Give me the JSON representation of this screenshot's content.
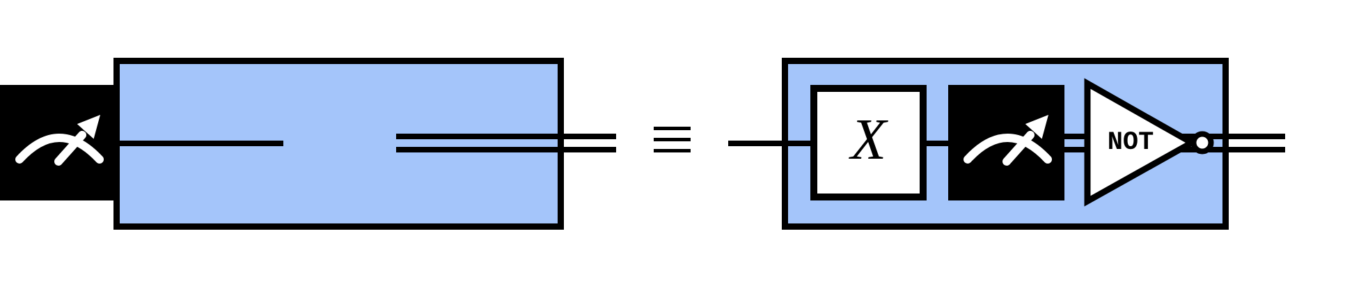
{
  "colors": {
    "bg": "#ffffff",
    "box-fill": "#a4c5fa",
    "line": "#000000",
    "gate-fill": "#000000",
    "gate-fg": "#ffffff"
  },
  "equivalence": {
    "symbol": "≡"
  },
  "lhs_circuit": {
    "description": "single measurement gate inside highlighted box",
    "gates": [
      {
        "type": "measurement",
        "icon": "meter-icon",
        "label": ""
      }
    ]
  },
  "rhs_circuit": {
    "description": "X gate, measurement gate and NOT gate inside highlighted box",
    "gates": [
      {
        "type": "pauli-x",
        "label": "X"
      },
      {
        "type": "measurement",
        "icon": "meter-icon",
        "label": ""
      },
      {
        "type": "classical-not",
        "label": "NOT"
      }
    ]
  }
}
